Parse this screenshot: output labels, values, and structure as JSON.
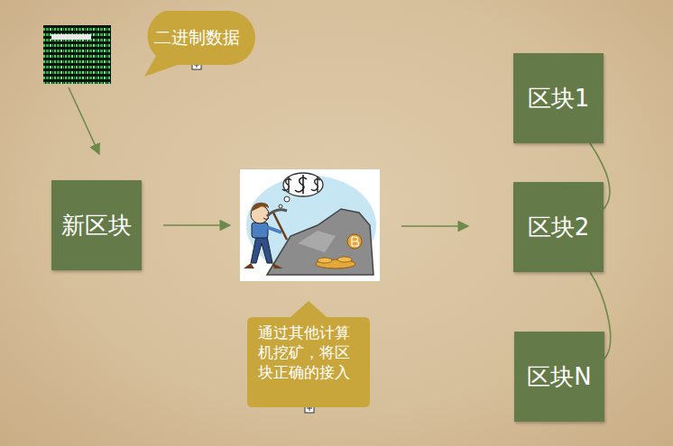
{
  "diagram": {
    "nodes": [
      {
        "text": [
          "二进制数据"
        ]
      },
      {
        "text": [
          "新区块"
        ]
      },
      {
        "text": [
          "通过其他计算机挖矿，将区块正确的接入"
        ]
      },
      {
        "text": [
          "区块1"
        ]
      },
      {
        "text": [
          "区块2"
        ]
      },
      {
        "text": [
          "区块N"
        ]
      }
    ],
    "edges": [
      {
        "from": 3,
        "to": 4,
        "arrow": "none"
      },
      {
        "from": 4,
        "to": 5,
        "arrow": "none"
      }
    ]
  }
}
